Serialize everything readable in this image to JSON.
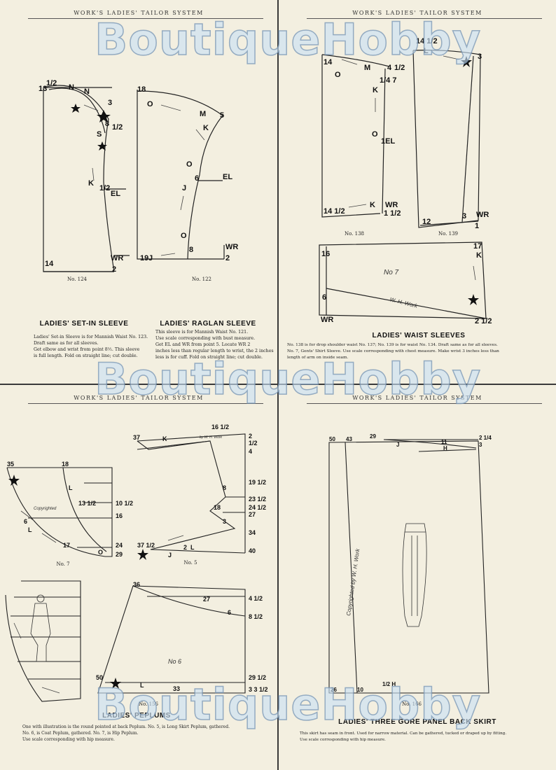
{
  "watermark": "BoutiqueHobby",
  "header": "WORK'S LADIES' TAILOR SYSTEM",
  "page1": {
    "fig_left": "No. 124",
    "fig_right": "No. 122",
    "title_left": "LADIES' SET-IN SLEEVE",
    "title_right": "LADIES' RAGLAN SLEEVE",
    "text_left": [
      "Ladies' Set-in Sleeve is for Mannish Waist No. 123.",
      "Draft same as for all sleeves.",
      "Get elbow and wrist from point 8½. This sleeve",
      "is full length. Fold on straight line; cut double."
    ],
    "text_right": [
      "This sleeve is for Mannish Waist No. 121.",
      "Use scale corresponding with bust measure.",
      "Get EL and WR from point 5. Locate WR 2",
      "inches less than regular length to wrist, the 2 inches",
      "less is for cuff. Fold on straight line; cut double."
    ]
  },
  "page2": {
    "fig_left": "No. 138",
    "fig_right": "No. 139",
    "title": "LADIES' WAIST SLEEVES",
    "text": [
      "No. 138 is for drop shoulder waist No. 137; No. 139 is for waist No. 134. Draft same as for all sleeves.",
      "No. 7, Gents' Shirt Sleeve. Use scale corresponding with chest measure. Make wrist 3 inches less than",
      "length of arm on inside seam."
    ],
    "handnote": "No 7",
    "sig": "W. H. Work"
  },
  "page3": {
    "fig_a": "No. 7",
    "fig_b": "No. 5",
    "fig_c": "No. 156",
    "title": "LADIES' PEPLUMS",
    "text": [
      "One with illustration is the round pointed at back Peplum. No. 5, is Long Skirt Peplum, gathered.",
      "No. 6, is Coat Peplum, gathered. No. 7, is Hip Peplum.",
      "Use scale corresponding with hip measure."
    ],
    "copyright": "Copyrighted",
    "sig": "by W. H. Work",
    "handnote": "No 6"
  },
  "page4": {
    "fig": "No. 166",
    "title": "LADIES' THREE GORE PANEL BACK SKIRT",
    "text": [
      "This skirt has seam in front. Used for narrow material. Can be gathered, tucked or draped up by fitting.",
      "Use scale corresponding with hip measure."
    ],
    "copyright": "Copyrighted by W. H. Work"
  }
}
